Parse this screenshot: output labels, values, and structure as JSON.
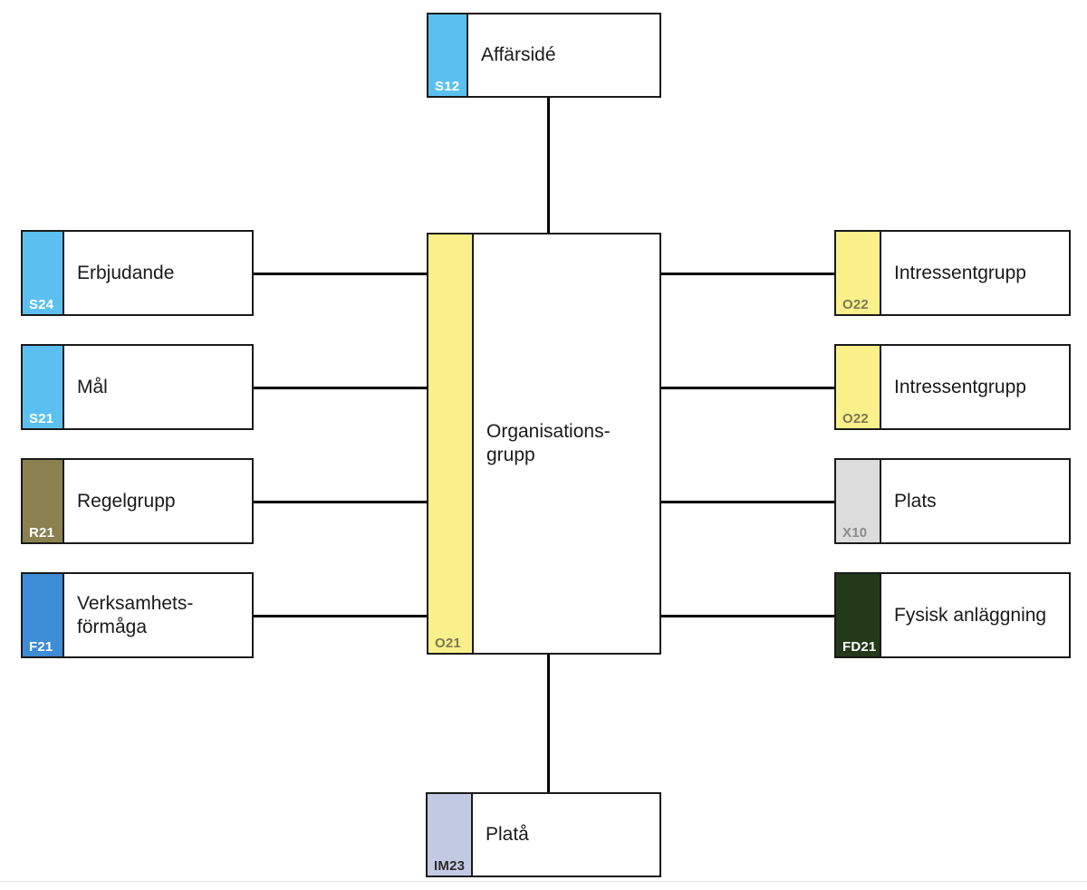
{
  "diagram": {
    "title": "Organisationsgrupp",
    "background": "#ffffff",
    "line_color": "#000000",
    "border_color": "#1a1a1a"
  },
  "nodes": {
    "top": {
      "code": "S12",
      "label": "Affärsidé",
      "stripe_color": "#5BC0F0",
      "code_color": "#ffffff"
    },
    "centre": {
      "code": "O21",
      "label": "Organisations-\ngrupp",
      "stripe_color": "#FAF08A",
      "code_color": "#7a7a55"
    },
    "bottom": {
      "code": "IM23",
      "label": "Platå",
      "stripe_color": "#C2C9E3",
      "code_color": "#2b2b2b"
    },
    "left": [
      {
        "code": "S24",
        "label": "Erbjudande",
        "stripe_color": "#5BC0F0",
        "code_color": "#ffffff"
      },
      {
        "code": "S21",
        "label": "Mål",
        "stripe_color": "#5BC0F0",
        "code_color": "#ffffff"
      },
      {
        "code": "R21",
        "label": "Regelgrupp",
        "stripe_color": "#8A8050",
        "code_color": "#ffffff"
      },
      {
        "code": "F21",
        "label": "Verksamhets-\nförmåga",
        "stripe_color": "#3C8CD6",
        "code_color": "#ffffff"
      }
    ],
    "right": [
      {
        "code": "O22",
        "label": "Intressentgrupp",
        "stripe_color": "#FAF08A",
        "code_color": "#7a7a55"
      },
      {
        "code": "O22",
        "label": "Intressentgrupp",
        "stripe_color": "#FAF08A",
        "code_color": "#7a7a55"
      },
      {
        "code": "X10",
        "label": "Plats",
        "stripe_color": "#DCDCDC",
        "code_color": "#8c8c8c"
      },
      {
        "code": "FD21",
        "label": "Fysisk anläggning",
        "stripe_color": "#24391A",
        "code_color": "#ffffff"
      }
    ]
  }
}
